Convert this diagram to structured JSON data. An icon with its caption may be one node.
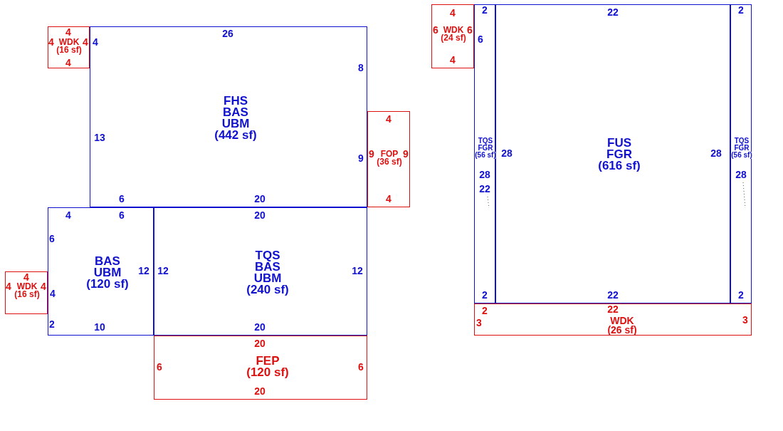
{
  "diagram": {
    "nodes": [
      {
        "text": [
          "FHS",
          "BAS",
          "UBM",
          "(442 sf)"
        ]
      },
      {
        "text": [
          "WDK",
          "(16 sf)"
        ]
      },
      {
        "text": [
          "FOP",
          "(36 sf)"
        ]
      },
      {
        "text": [
          "BAS",
          "UBM",
          "(120 sf)"
        ]
      },
      {
        "text": [
          "WDK",
          "(16 sf)"
        ]
      },
      {
        "text": [
          "TQS",
          "BAS",
          "UBM",
          "(240 sf)"
        ]
      },
      {
        "text": [
          "FEP",
          "(120 sf)"
        ]
      },
      {
        "text": [
          "WDK",
          "(24 sf)"
        ]
      },
      {
        "text": [
          "TQS",
          "FGR",
          "(56 sf)"
        ]
      },
      {
        "text": [
          "FUS",
          "FGR",
          "(616 sf)"
        ]
      },
      {
        "text": [
          "TQS",
          "FGR",
          "(56 sf)"
        ]
      },
      {
        "text": [
          "WDK",
          "(26 sf)"
        ]
      }
    ],
    "edges": [],
    "labels": [
      "4",
      "26",
      "4",
      "4",
      "4",
      "4",
      "8",
      "13",
      "4",
      "9",
      "9",
      "9",
      "6",
      "20",
      "4",
      "4",
      "6",
      "20",
      "6",
      "4",
      "12",
      "12",
      "12",
      "4",
      "4",
      "4",
      "2",
      "10",
      "20",
      "20",
      "6",
      "6",
      "20",
      "4",
      "2",
      "22",
      "2",
      "6",
      "6",
      "6",
      "4",
      "28",
      "28",
      "28",
      "28",
      "22",
      "2",
      "22",
      "2",
      "2",
      "22",
      "3",
      "3"
    ]
  }
}
